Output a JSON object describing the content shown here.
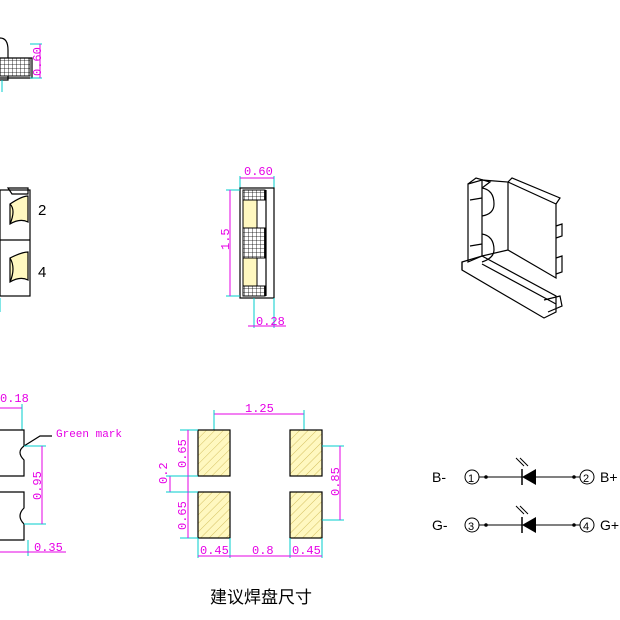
{
  "top_view": {
    "dim_height": "0.60"
  },
  "front_view": {
    "pin2": "2",
    "pin4": "4"
  },
  "side_view": {
    "dim_width": "0.60",
    "dim_length": "1.5",
    "dim_bottom": "0.28"
  },
  "bottom_view": {
    "dim_top": "0.18",
    "note": "Green mark",
    "dim_mid": "0.95",
    "dim_bottom": "0.35"
  },
  "pad_layout": {
    "dim_span": "1.25",
    "dim_pad_h_top": "0.65",
    "dim_gap": "0.2",
    "dim_pad_h_bottom": "0.65",
    "dim_right": "0.85",
    "dim_left_w": "0.45",
    "dim_center": "0.8",
    "dim_right_w": "0.45",
    "caption": "建议焊盘尺寸"
  },
  "schematic": {
    "row1": {
      "left_label": "B-",
      "pin_left": "1",
      "pin_right": "2",
      "right_label": "B+"
    },
    "row2": {
      "left_label": "G-",
      "pin_left": "3",
      "pin_right": "4",
      "right_label": "G+"
    }
  },
  "colors": {
    "dimension": "#e600e6",
    "extension": "#00cccc",
    "pad_fill": "#fff8c0",
    "outline": "#000000"
  }
}
